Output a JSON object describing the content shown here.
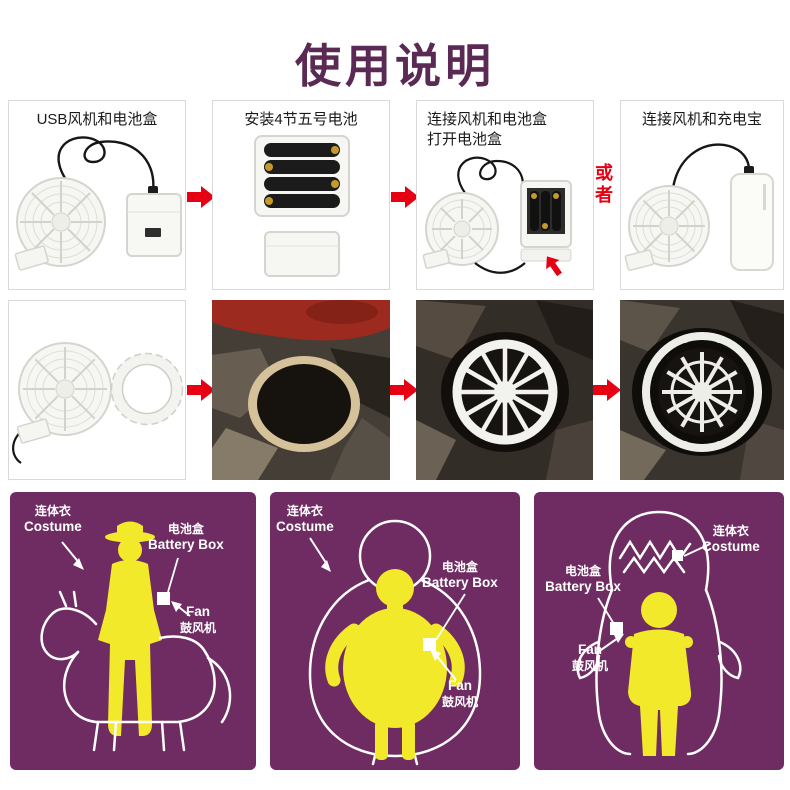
{
  "title": "使用说明",
  "or_label": "或者",
  "steps": {
    "step1": {
      "label": "USB风机和电池盒"
    },
    "step2": {
      "label": "安装4节五号电池"
    },
    "step3": {
      "label_line1": "连接风机和电池盒",
      "label_line2": "打开电池盒"
    },
    "step4": {
      "label": "连接风机和充电宝"
    }
  },
  "panels": [
    {
      "costume_cn": "连体衣",
      "costume_en": "Costume",
      "battery_cn": "电池盒",
      "battery_en": "Battery Box",
      "fan_en": "Fan",
      "fan_cn": "鼓风机"
    },
    {
      "costume_cn": "连体衣",
      "costume_en": "Costume",
      "battery_cn": "电池盒",
      "battery_en": "Battery Box",
      "fan_en": "Fan",
      "fan_cn": "鼓风机"
    },
    {
      "costume_cn": "连体衣",
      "costume_en": "Costume",
      "battery_cn": "电池盒",
      "battery_en": "Battery Box",
      "fan_en": "Fan",
      "fan_cn": "鼓风机"
    }
  ],
  "colors": {
    "accent_red": "#e60012",
    "panel_purple": "#6f2c63",
    "figure_yellow": "#f1e92a",
    "title_purple": "#5a2a55"
  }
}
